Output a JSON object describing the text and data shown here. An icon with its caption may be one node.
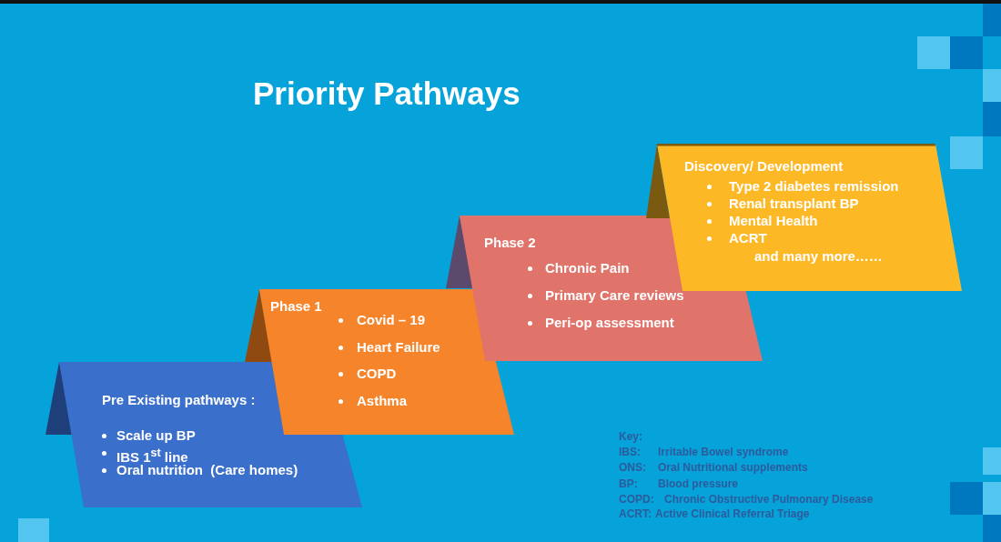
{
  "diagram": {
    "title": "Priority Pathways",
    "nodes": [
      {
        "text": [
          "Pre Existing pathways :",
          "Scale up BP",
          "IBS 1$^{st}$ line",
          "Oral nutrition  (Care homes)"
        ]
      },
      {
        "text": [
          "Phase 1",
          "Covid – 19",
          "Heart Failure",
          "COPD",
          "Asthma"
        ]
      },
      {
        "text": [
          "Phase 2",
          "Chronic Pain",
          "Primary Care reviews",
          "Peri-op assessment"
        ]
      },
      {
        "text": [
          "Discovery/ Development",
          "Type 2 diabetes remission",
          "Renal transplant BP",
          "Mental Health",
          "ACRT",
          "and many more……"
        ]
      }
    ],
    "edges": [],
    "labels": [
      "Key:",
      "IBS:",
      "Irritable Bowel syndrome",
      "ONS:",
      "Oral Nutritional supplements",
      "BP:",
      "Blood pressure",
      "COPD:",
      "Chronic Obstructive Pulmonary Disease",
      "ACRT:",
      "Active Clinical Referral Triage"
    ]
  }
}
